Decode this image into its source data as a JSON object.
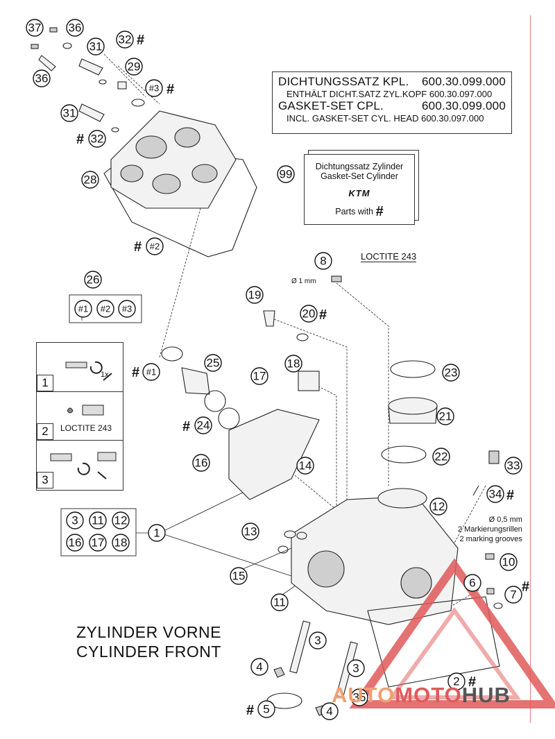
{
  "gasket_box": {
    "line1_label": "DICHTUNGSSATZ KPL.",
    "line1_number": "600.30.099.000",
    "line2": "ENTHÄLT DICHT.SATZ ZYL.KOPF 600.30.097.000",
    "line3_label": "GASKET-SET CPL.",
    "line3_number": "600.30.099.000",
    "line4": "INCL. GASKET-SET CYL. HEAD 600.30.097.000"
  },
  "box99": {
    "line1": "Dichtungssatz Zylinder",
    "line2": "Gasket-Set Cylinder",
    "logo": "KTM",
    "parts_label": "Parts with",
    "parts_mark": "#"
  },
  "annotations": {
    "loctite_top": "LOCTITE 243",
    "dia_1mm": "Ø 1 mm",
    "dia_05_line1": "Ø 0,5 mm",
    "dia_05_line2": "2 Markierungsrillen",
    "dia_05_line3": "2 marking grooves"
  },
  "steps": [
    {
      "num": "1",
      "text": "1x"
    },
    {
      "num": "2",
      "text": "LOCTITE 243"
    },
    {
      "num": "3",
      "text": ""
    }
  ],
  "title": {
    "line1": "ZYLINDER VORNE",
    "line2": "CYLINDER FRONT"
  },
  "watermark": {
    "part1": "AUTO",
    "part2": "MOTO",
    "part3": "HUB"
  },
  "hash_mark": "#",
  "callouts": {
    "c37": "37",
    "c36a": "36",
    "c36b": "36",
    "c31a": "31",
    "c31b": "31",
    "c32a": "32",
    "c32b": "32",
    "c29": "29",
    "c3a": "#3",
    "c28": "28",
    "c2a": "#2",
    "c26": "26",
    "c26_1": "#1",
    "c26_2": "#2",
    "c26_3": "#3",
    "c99": "99",
    "c8": "8",
    "c19": "19",
    "c20": "20",
    "c1a": "#1",
    "c25": "25",
    "c18": "18",
    "c23": "23",
    "c21": "21",
    "c22": "22",
    "c17": "17",
    "c24": "24",
    "c16": "16",
    "c14": "14",
    "c33": "33",
    "c34": "34",
    "c12": "12",
    "c1": "1",
    "g3": "3",
    "g11": "11",
    "g12": "12",
    "g16": "16",
    "g17": "17",
    "g18": "18",
    "c13": "13",
    "c15": "15",
    "c11": "11",
    "c10": "10",
    "c6": "6",
    "c7": "7",
    "c3a2": "3",
    "c3b": "3",
    "c4a": "4",
    "c4b": "4",
    "c2b": "2",
    "c35": "35",
    "c5": "5"
  }
}
